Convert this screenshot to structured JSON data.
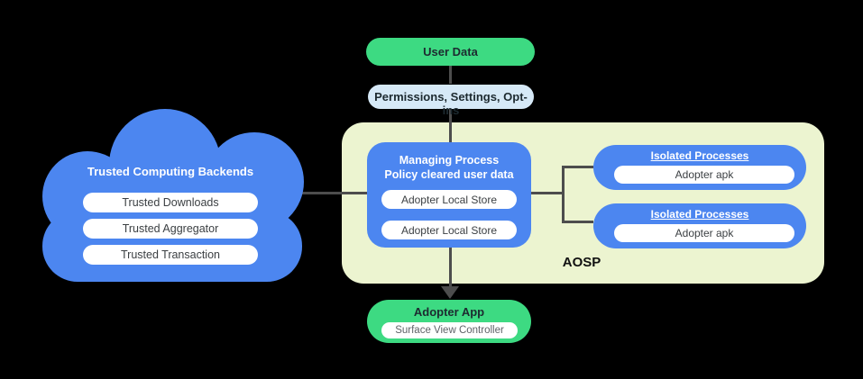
{
  "diagram": {
    "user_data": {
      "label": "User Data"
    },
    "permissions": {
      "label": "Permissions,  Settings, Opt-ins"
    },
    "cloud": {
      "title": "Trusted Computing Backends",
      "items": [
        "Trusted Downloads",
        "Trusted Aggregator",
        "Trusted Transaction"
      ]
    },
    "aosp": {
      "label": "AOSP",
      "managing_process": {
        "title_line1": "Managing Process",
        "title_line2": "Policy cleared user data",
        "stores": [
          "Adopter Local Store",
          "Adopter Local Store"
        ]
      },
      "isolated_processes": [
        {
          "title": "Isolated Processes",
          "item": "Adopter apk"
        },
        {
          "title": "Isolated Processes",
          "item": "Adopter apk"
        }
      ]
    },
    "adopter_app": {
      "title": "Adopter App",
      "item": "Surface View Controller"
    }
  },
  "colors": {
    "background": "#000000",
    "blue": "#4c86f0",
    "green": "#3dda82",
    "light_blue": "#d6e9f7",
    "aosp_bg": "#ecf4d0",
    "line": "#4d4d4d",
    "text_dark": "#1d2a30",
    "text_gray": "#3c4043",
    "text_light_gray": "#5f6368"
  }
}
